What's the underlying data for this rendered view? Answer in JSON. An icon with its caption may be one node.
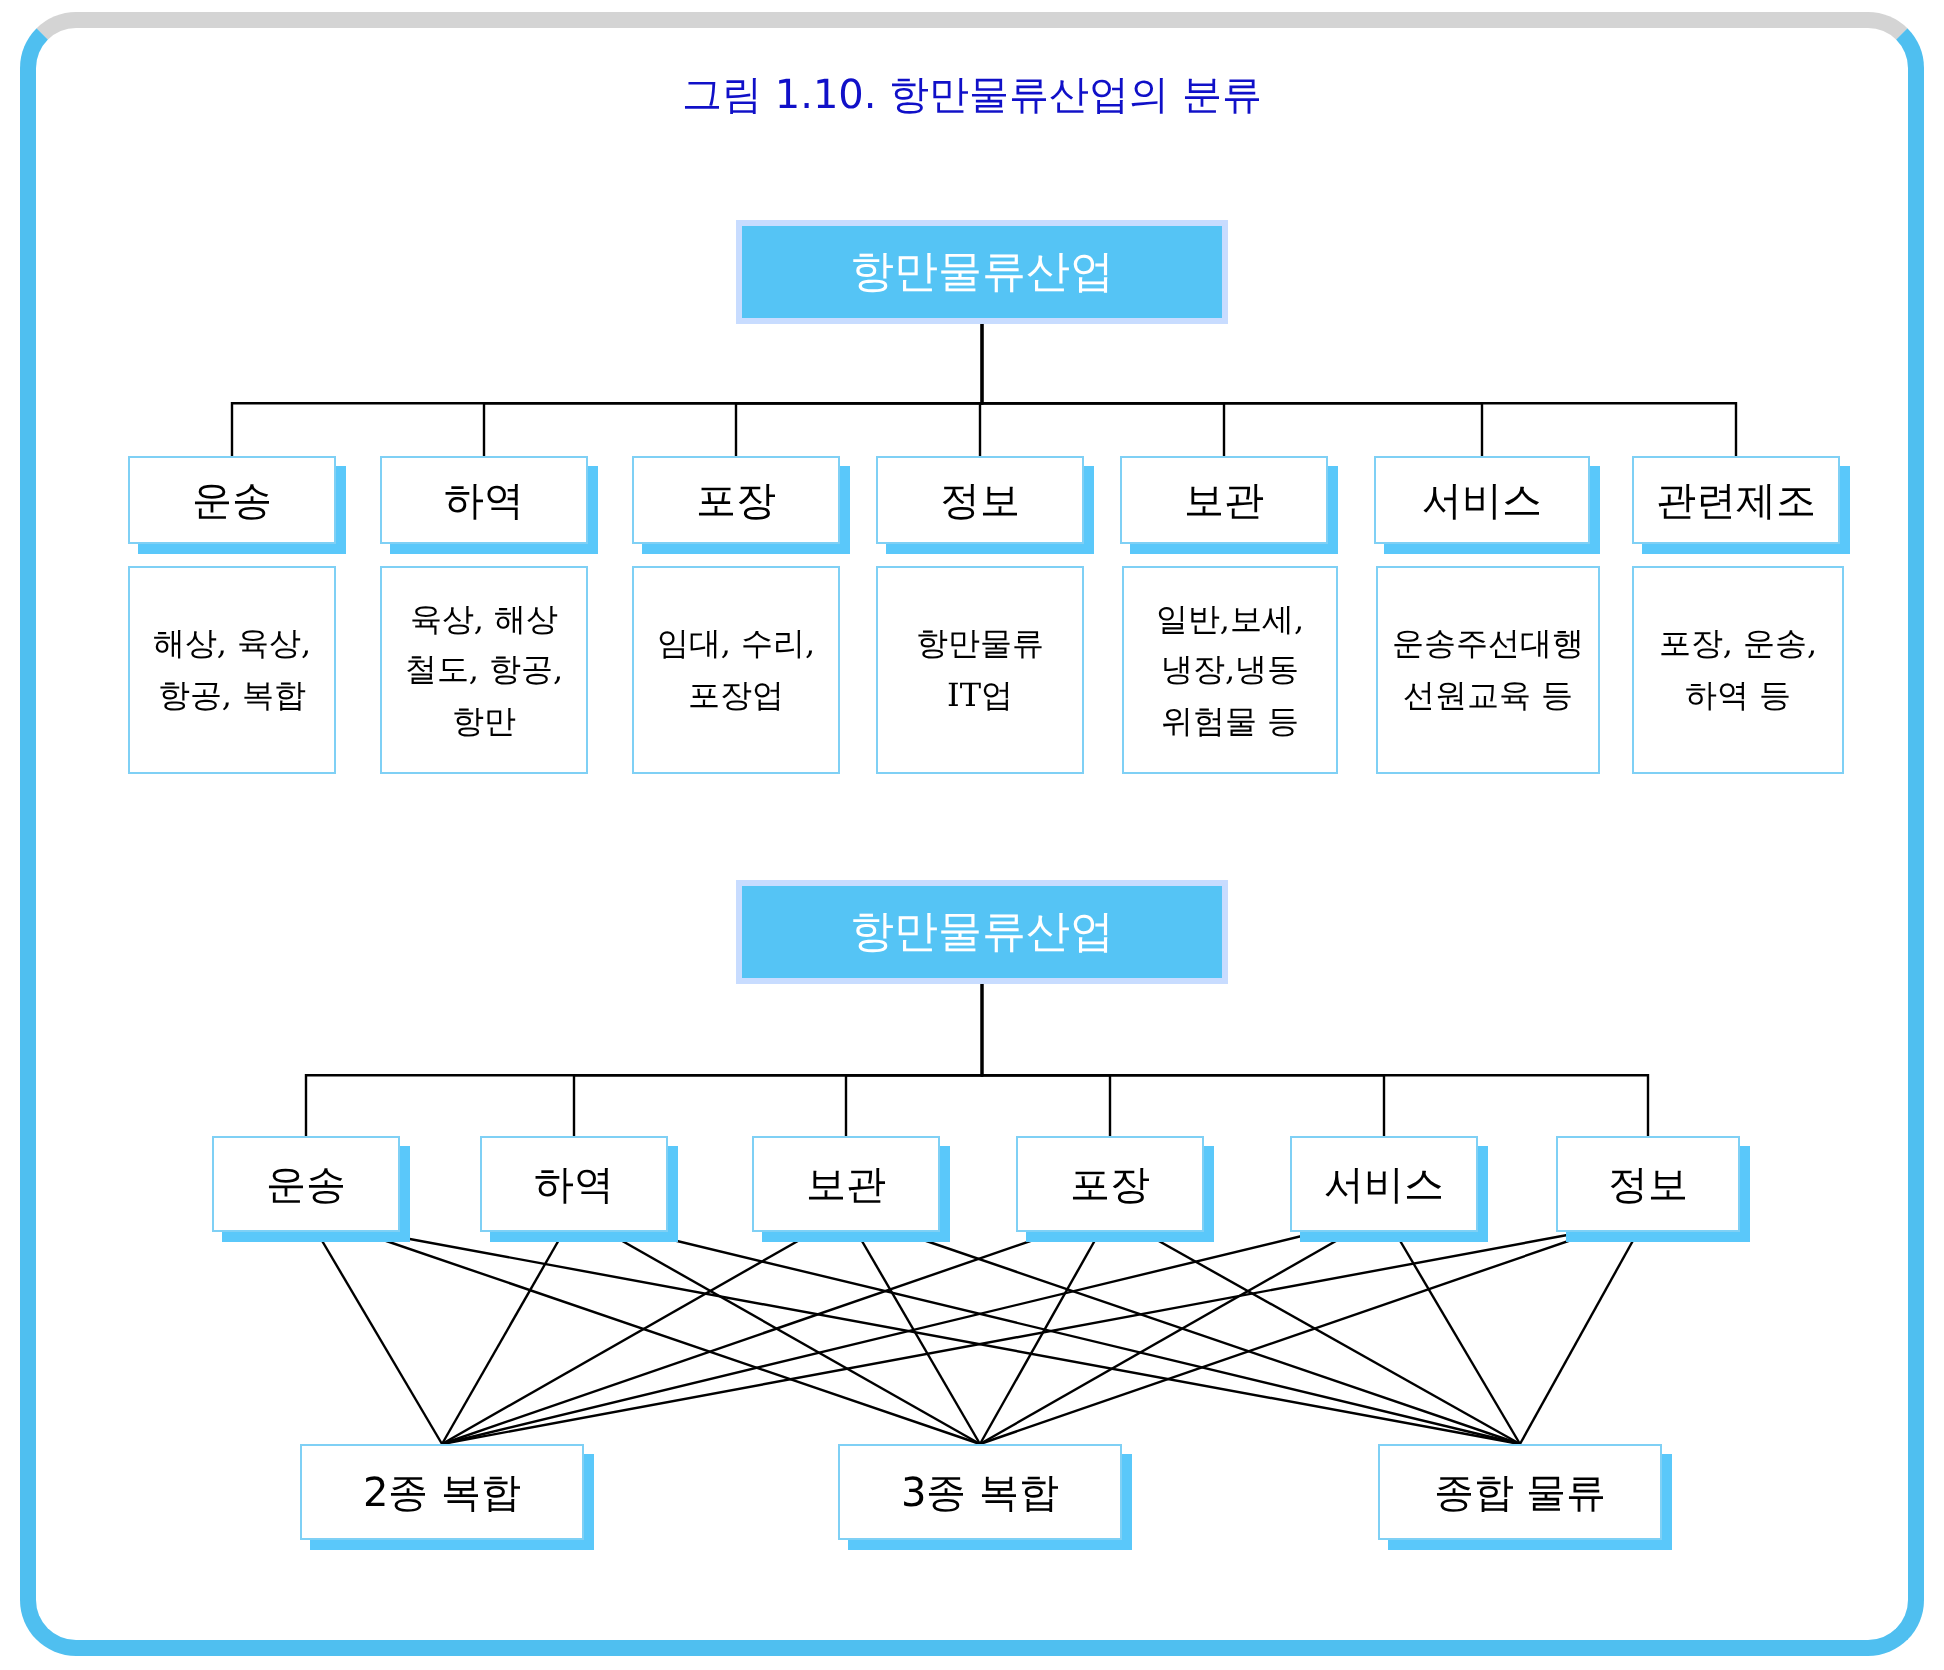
{
  "diagram": {
    "title": "그림 1.10. 항만물류산업의 분류",
    "nodes": [
      {
        "text": [
          "항만물류산업"
        ]
      },
      {
        "text": [
          "운송"
        ]
      },
      {
        "text": [
          "하역"
        ]
      },
      {
        "text": [
          "포장"
        ]
      },
      {
        "text": [
          "정보"
        ]
      },
      {
        "text": [
          "보관"
        ]
      },
      {
        "text": [
          "서비스"
        ]
      },
      {
        "text": [
          "관련제조"
        ]
      },
      {
        "text": [
          "해상, 육상, 항공, 복합"
        ]
      },
      {
        "text": [
          "육상, 해상 철도, 항공, 항만"
        ]
      },
      {
        "text": [
          "임대, 수리, 포장업"
        ]
      },
      {
        "text": [
          "항만물류 IT업"
        ]
      },
      {
        "text": [
          "일반,보세, 냉장,냉동 위험물 등"
        ]
      },
      {
        "text": [
          "운송주선대행 선원교육 등"
        ]
      },
      {
        "text": [
          "포장, 운송, 하역 등"
        ]
      },
      {
        "text": [
          "항만물류산업"
        ]
      },
      {
        "text": [
          "운송"
        ]
      },
      {
        "text": [
          "하역"
        ]
      },
      {
        "text": [
          "보관"
        ]
      },
      {
        "text": [
          "포장"
        ]
      },
      {
        "text": [
          "서비스"
        ]
      },
      {
        "text": [
          "정보"
        ]
      },
      {
        "text": [
          "2종 복합"
        ]
      },
      {
        "text": [
          "3종 복합"
        ]
      },
      {
        "text": [
          "종합 물류"
        ]
      }
    ],
    "edges": [
      {
        "from": 0,
        "to": 1,
        "arrow": "none"
      },
      {
        "from": 0,
        "to": 2,
        "arrow": "none"
      },
      {
        "from": 0,
        "to": 3,
        "arrow": "none"
      },
      {
        "from": 0,
        "to": 4,
        "arrow": "none"
      },
      {
        "from": 0,
        "to": 5,
        "arrow": "none"
      },
      {
        "from": 0,
        "to": 6,
        "arrow": "none"
      },
      {
        "from": 0,
        "to": 7,
        "arrow": "none"
      },
      {
        "from": 15,
        "to": 16,
        "arrow": "none"
      },
      {
        "from": 15,
        "to": 17,
        "arrow": "none"
      },
      {
        "from": 15,
        "to": 18,
        "arrow": "none"
      },
      {
        "from": 15,
        "to": 19,
        "arrow": "none"
      },
      {
        "from": 15,
        "to": 20,
        "arrow": "none"
      },
      {
        "from": 15,
        "to": 21,
        "arrow": "none"
      },
      {
        "from": 16,
        "to": 22,
        "arrow": "none"
      },
      {
        "from": 16,
        "to": 23,
        "arrow": "none"
      },
      {
        "from": 16,
        "to": 24,
        "arrow": "none"
      },
      {
        "from": 17,
        "to": 22,
        "arrow": "none"
      },
      {
        "from": 17,
        "to": 23,
        "arrow": "none"
      },
      {
        "from": 17,
        "to": 24,
        "arrow": "none"
      },
      {
        "from": 18,
        "to": 22,
        "arrow": "none"
      },
      {
        "from": 18,
        "to": 23,
        "arrow": "none"
      },
      {
        "from": 18,
        "to": 24,
        "arrow": "none"
      },
      {
        "from": 19,
        "to": 22,
        "arrow": "none"
      },
      {
        "from": 19,
        "to": 23,
        "arrow": "none"
      },
      {
        "from": 19,
        "to": 24,
        "arrow": "none"
      },
      {
        "from": 20,
        "to": 22,
        "arrow": "none"
      },
      {
        "from": 20,
        "to": 23,
        "arrow": "none"
      },
      {
        "from": 20,
        "to": 24,
        "arrow": "none"
      },
      {
        "from": 21,
        "to": 22,
        "arrow": "none"
      },
      {
        "from": 21,
        "to": 23,
        "arrow": "none"
      },
      {
        "from": 21,
        "to": 24,
        "arrow": "none"
      }
    ]
  }
}
